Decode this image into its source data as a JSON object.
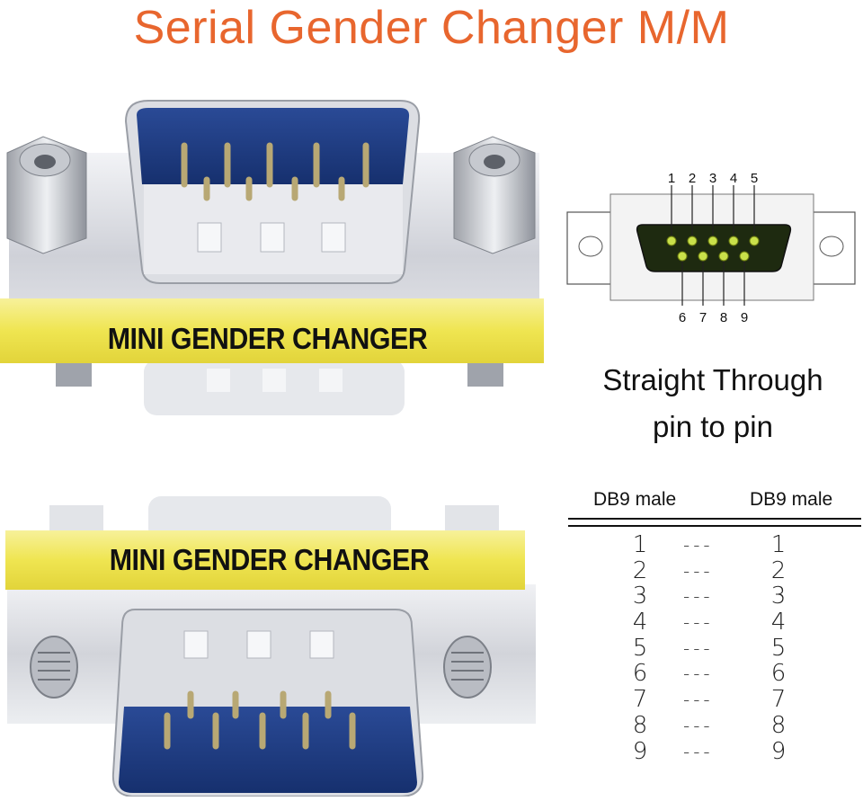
{
  "title": "Serial Gender Changer M/M",
  "adapter_top": {
    "band_label": "MINI  GENDER  CHANGER"
  },
  "adapter_bottom": {
    "band_label": "MINI  GENDER  CHANGER"
  },
  "pinout": {
    "top_pins": [
      "1",
      "2",
      "3",
      "4",
      "5"
    ],
    "bottom_pins": [
      "6",
      "7",
      "8",
      "9"
    ]
  },
  "caption": {
    "line1": "Straight Through",
    "line2": "pin to pin"
  },
  "table": {
    "headers": [
      "DB9 male",
      "DB9 male"
    ],
    "rows": [
      [
        "1",
        "---",
        "1"
      ],
      [
        "2",
        "---",
        "2"
      ],
      [
        "3",
        "---",
        "3"
      ],
      [
        "4",
        "---",
        "4"
      ],
      [
        "5",
        "---",
        "5"
      ],
      [
        "6",
        "---",
        "6"
      ],
      [
        "7",
        "---",
        "7"
      ],
      [
        "8",
        "---",
        "8"
      ],
      [
        "9",
        "---",
        "9"
      ]
    ]
  },
  "colors": {
    "title": "#e8662e",
    "band": "#f2ea5c",
    "connector_blue": "#1f3e86",
    "pin": "#c9b98a",
    "metal": "#d7d8de"
  }
}
